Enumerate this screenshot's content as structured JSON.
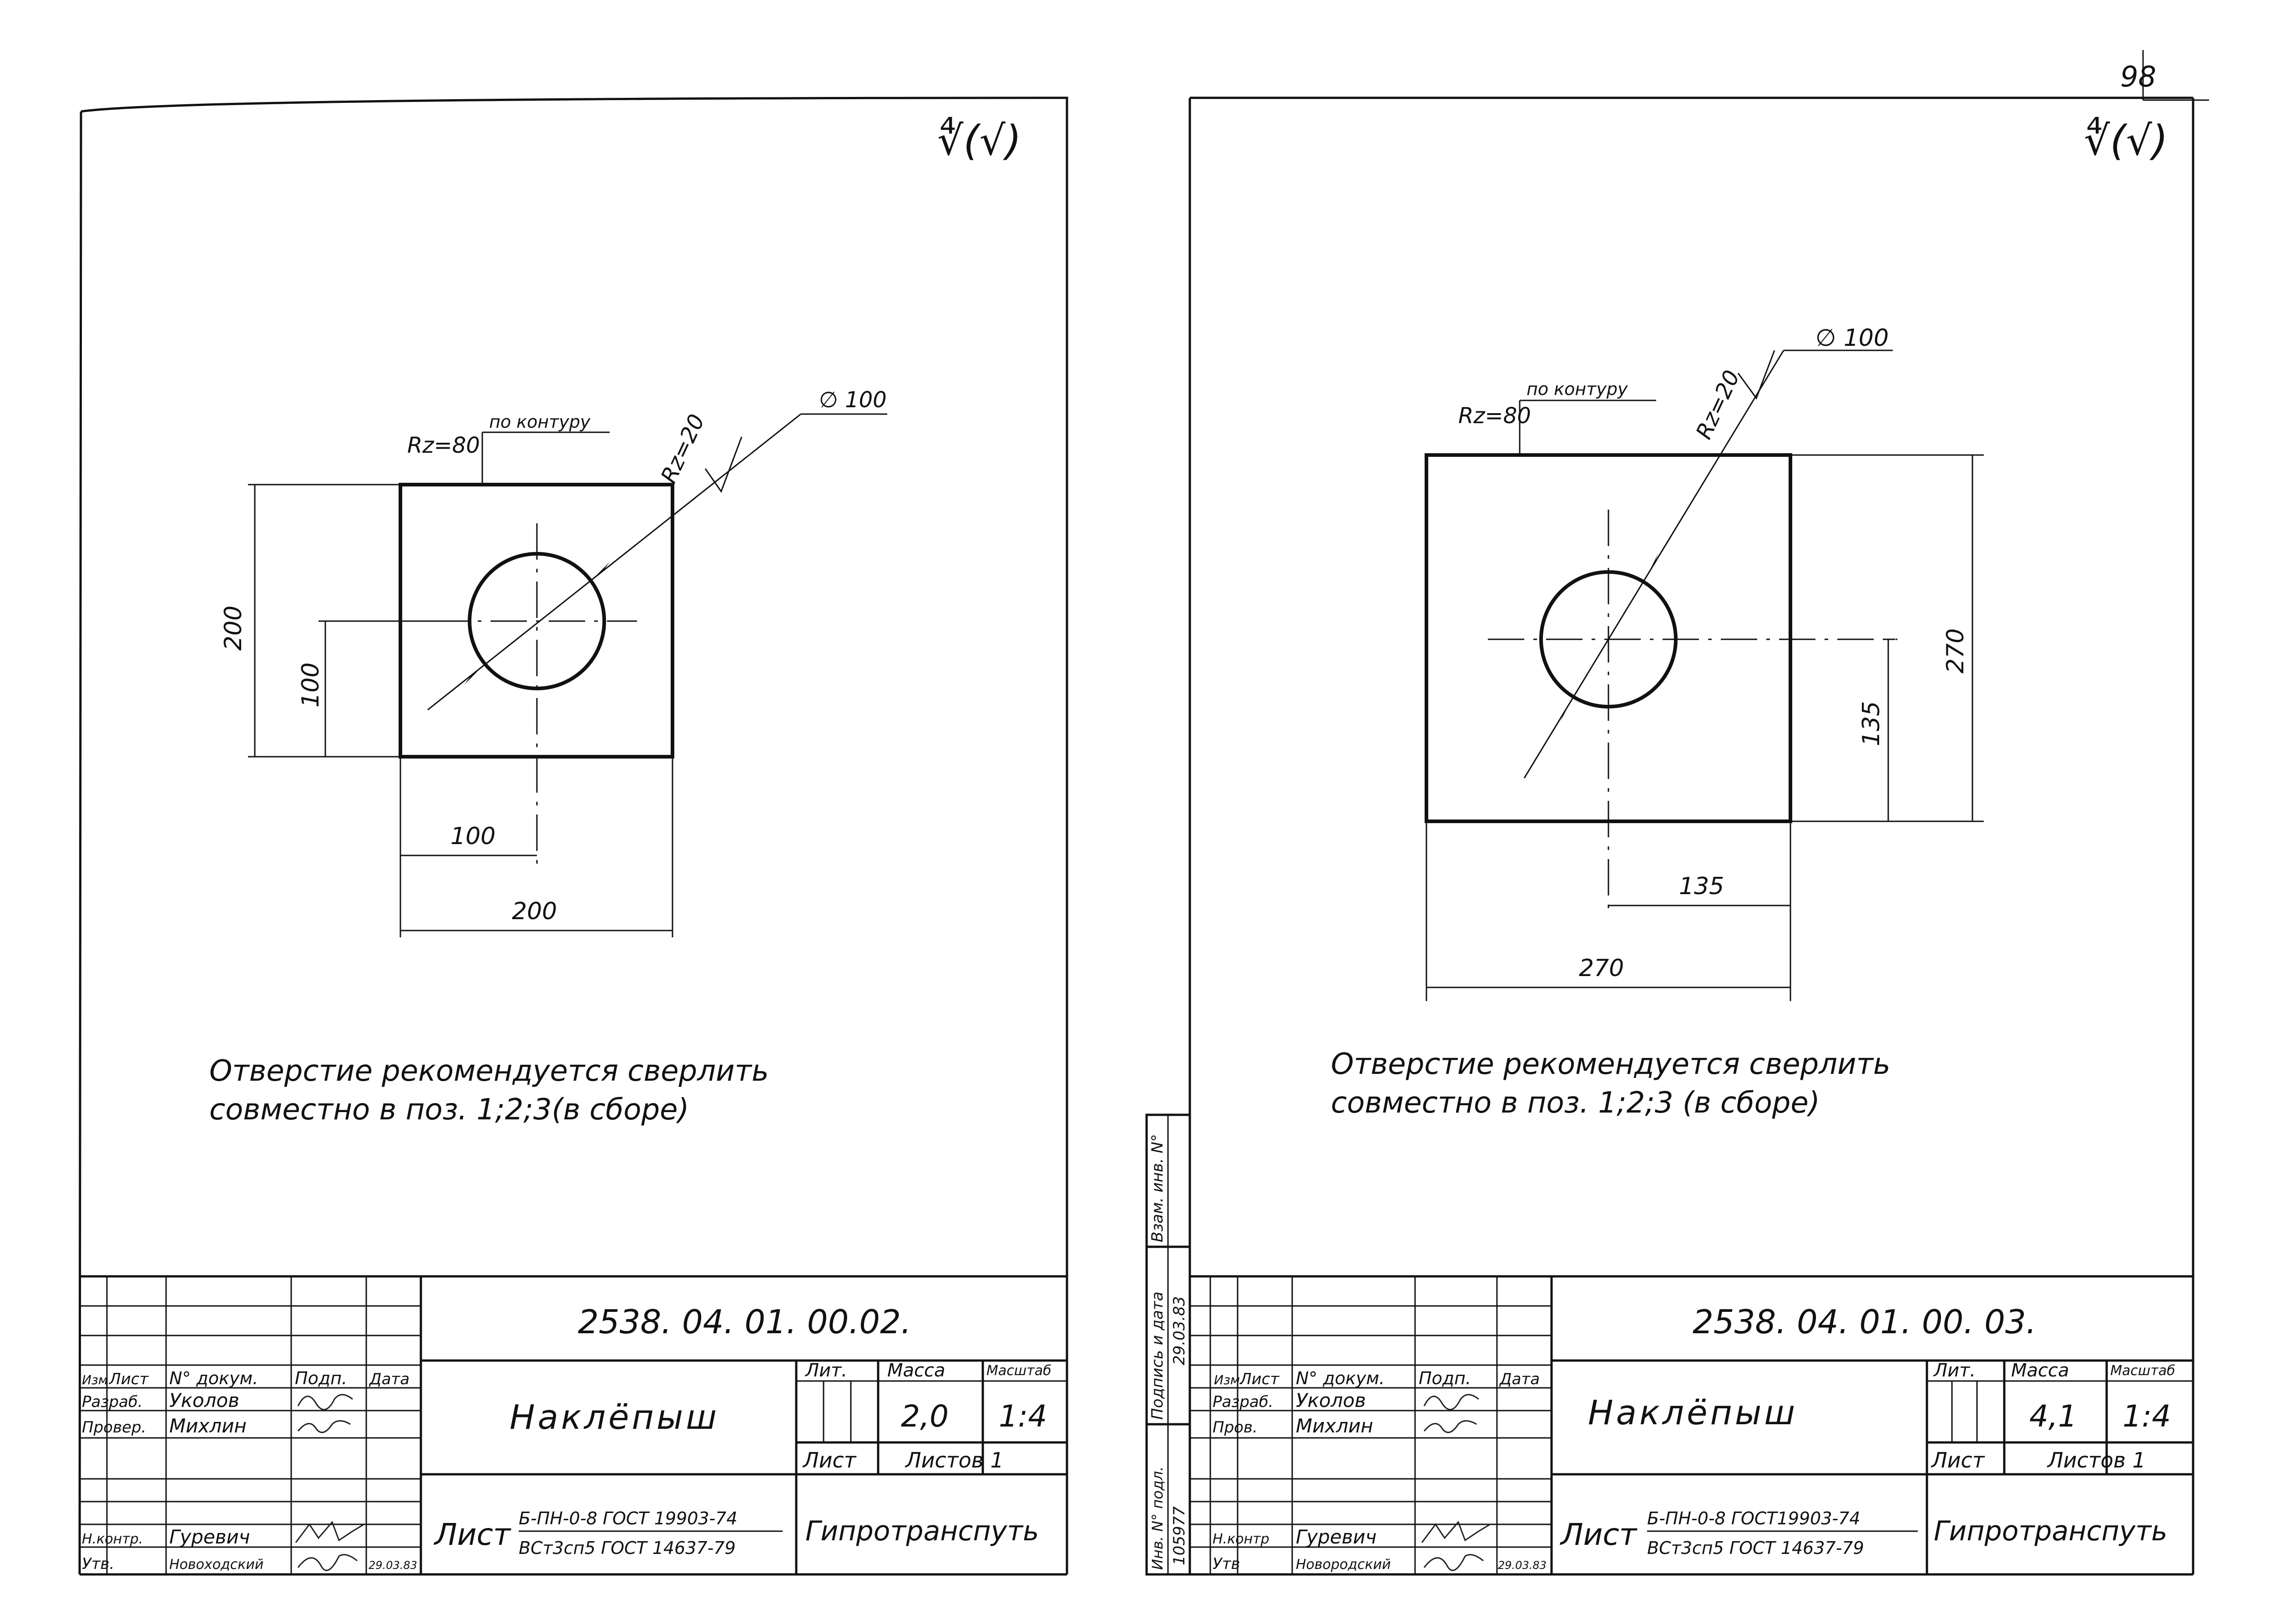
{
  "page_number": "98",
  "roughness_symbol": "∜(√)",
  "sheets": [
    {
      "designation": "2538. 04. 01. 00.02.",
      "title": "Наклёпыш",
      "lit_header": "Лит.",
      "mass_header": "Масса",
      "scale_header": "Масштаб",
      "mass": "2,0",
      "scale": "1:4",
      "sheet_label": "Лист",
      "sheets_label": "Листов 1",
      "organization": "Гипротрансп​уть",
      "material_label": "Лист",
      "material_line1": "Б-ПН-0-8 ГОСТ 19903-74",
      "material_line2": "ВСт3сп5 ГОСТ 14637-79",
      "note_line1": "Отверстие рекомендуется сверлить",
      "note_line2": "совместно в поз. 1;2;3(в сборе)",
      "hole_dia": "∅ 100",
      "rz_outline": "Rz=80",
      "rz_outline_note": "по контуру",
      "rz_hole": "Rz=20",
      "dim_height": "200",
      "dim_half_height": "100",
      "dim_width": "200",
      "dim_half_width": "100",
      "stamp_headers": [
        "Изм",
        "Лист",
        "N° докум.",
        "Подп.",
        "Дата"
      ],
      "roles": [
        {
          "role": "Разраб.",
          "name": "Уколов",
          "date": ""
        },
        {
          "role": "Провер.",
          "name": "Михлин",
          "date": ""
        },
        {
          "role": "Н.контр.",
          "name": "Гуревич",
          "date": ""
        },
        {
          "role": "Утв.",
          "name": "Новоходский",
          "date": "29.03.83"
        }
      ]
    },
    {
      "designation": "2538. 04. 01. 00. 03.",
      "title": "Наклёпыш",
      "lit_header": "Лит.",
      "mass_header": "Масса",
      "scale_header": "Масштаб",
      "mass": "4,1",
      "scale": "1:4",
      "sheet_label": "Лист",
      "sheets_label": "Листов 1",
      "organization": "Гипротранспуть",
      "material_label": "Лист",
      "material_line1": "Б-ПН-0-8 ГОСТ19903-74",
      "material_line2": "ВСт3сп5 ГОСТ 14637-79",
      "note_line1": "Отверстие рекомендуется сверлить",
      "note_line2": "совместно в поз. 1;2;3 (в сборе)",
      "hole_dia": "∅ 100",
      "rz_outline": "Rz=80",
      "rz_outline_note": "по контуру",
      "rz_hole": "Rz=20",
      "dim_height": "270",
      "dim_half_height": "135",
      "dim_width": "270",
      "dim_half_width": "135",
      "stamp_headers": [
        "Изм.",
        "Лист",
        "N° докум.",
        "Подп.",
        "Дата"
      ],
      "roles": [
        {
          "role": "Разраб.",
          "name": "Уколов",
          "date": ""
        },
        {
          "role": "Пров.",
          "name": "Михлин",
          "date": ""
        },
        {
          "role": "Н.контр",
          "name": "Гуревич",
          "date": ""
        },
        {
          "role": "Утв",
          "name": "Новородский",
          "date": "29.03.83"
        }
      ]
    }
  ],
  "side_stamp": {
    "inv_no": "Инв. N° подл.",
    "sign_date": "Подпись и дата",
    "replace_inv": "Взам. инв. N°",
    "inv_value": "105977",
    "sign_value": "29.03.83"
  }
}
